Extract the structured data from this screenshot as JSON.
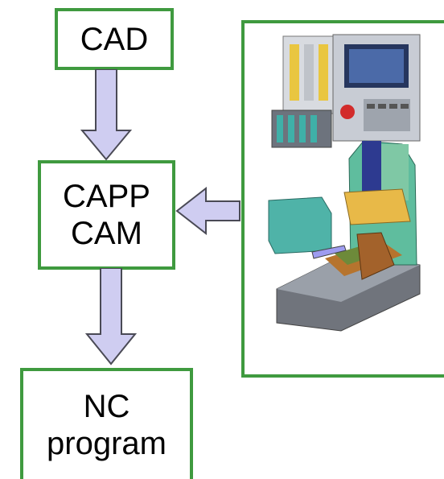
{
  "nodes": {
    "cad": {
      "label": "CAD"
    },
    "capp_cam": {
      "line1": "CAPP",
      "line2": "CAM"
    },
    "nc_program": {
      "line1": "NC",
      "line2": "program"
    }
  },
  "colors": {
    "box_border": "#3f9a3f",
    "arrow_fill": "#cfcdf1",
    "arrow_stroke": "#4a4a55"
  },
  "icons": {
    "machine": "cnc-machine-with-controller-icon"
  }
}
